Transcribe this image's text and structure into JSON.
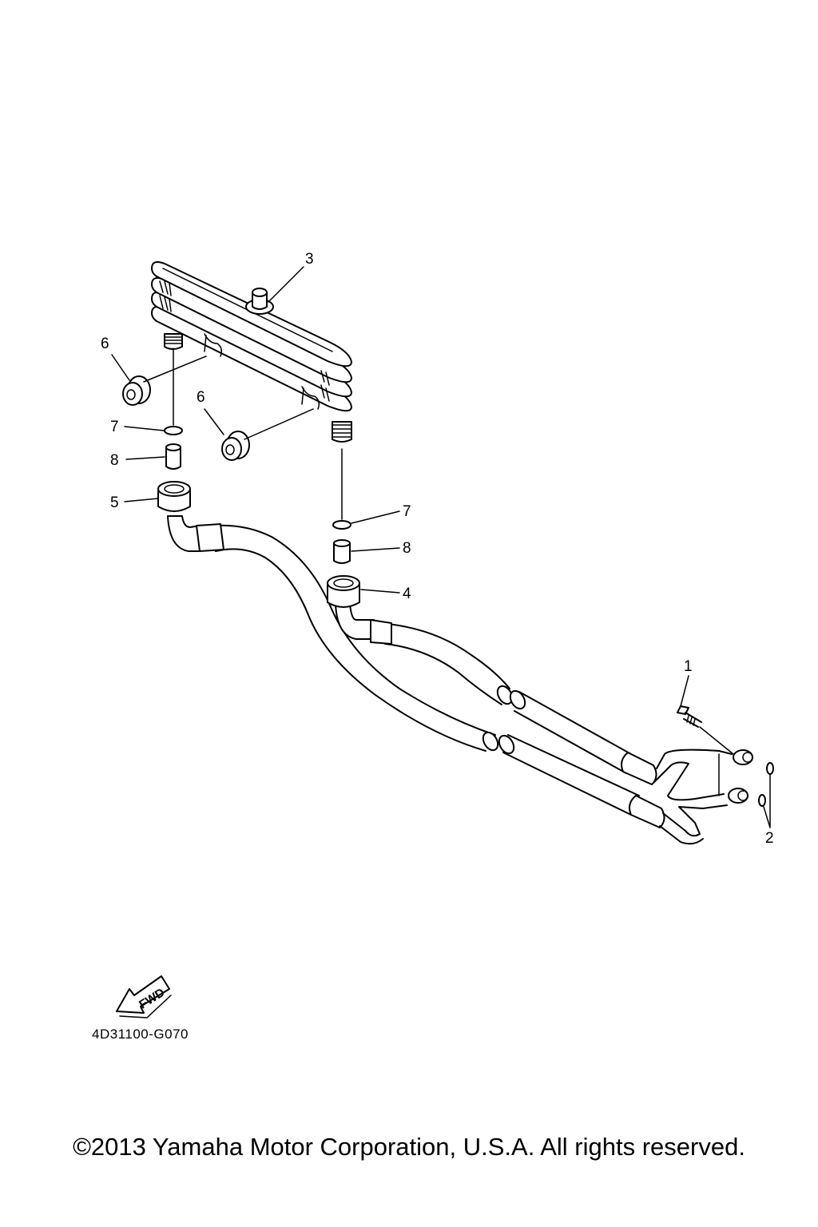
{
  "diagram": {
    "callouts": {
      "c1": "1",
      "c2": "2",
      "c3": "3",
      "c4": "4",
      "c5": "5",
      "c6a": "6",
      "c6b": "6",
      "c7a": "7",
      "c7b": "7",
      "c8a": "8",
      "c8b": "8"
    },
    "fwd_label": "FWD",
    "drawing_code": "4D31100-G070"
  },
  "footer": {
    "copyright": "©2013 Yamaha Motor Corporation, U.S.A. All rights reserved."
  }
}
